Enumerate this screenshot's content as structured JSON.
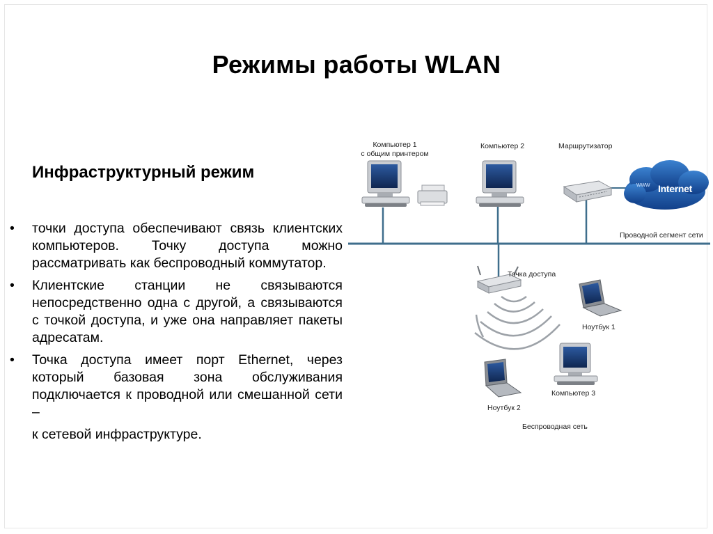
{
  "slide": {
    "title": "Режимы работы WLAN",
    "subtitle": "Инфраструктурный режим",
    "bullets": [
      "точки доступа обеспечивают связь клиентских компьютеров. Точку доступа можно рассматривать как беспроводный коммутатор.",
      "Клиентские станции не связываются непосредственно одна с другой, а связываются с точкой доступа, и уже она направляет пакеты адресатам.",
      "Точка доступа имеет порт Ethernet, через который базовая зона обслуживания подключается к проводной или смешанной сети –"
    ],
    "bullet_char": "•",
    "tail": "к сетевой инфраструктуре."
  },
  "diagram": {
    "labels": {
      "computer1_line1": "Компьютер 1",
      "computer1_line2": "с общим принтером",
      "computer2": "Компьютер 2",
      "router": "Маршрутизатор",
      "wired_segment": "Проводной сегмент сети",
      "access_point": "Точка доступа",
      "laptop1": "Ноутбук 1",
      "laptop2": "Ноутбук 2",
      "computer3": "Компьютер 3",
      "wireless_network": "Беспроводная сеть",
      "internet": "Internet",
      "www": "www"
    },
    "colors": {
      "backbone": "#3f6e8c",
      "cloud": "#1f5fae",
      "screen": "#1d3f7a",
      "device": "#c9ccd1"
    }
  }
}
